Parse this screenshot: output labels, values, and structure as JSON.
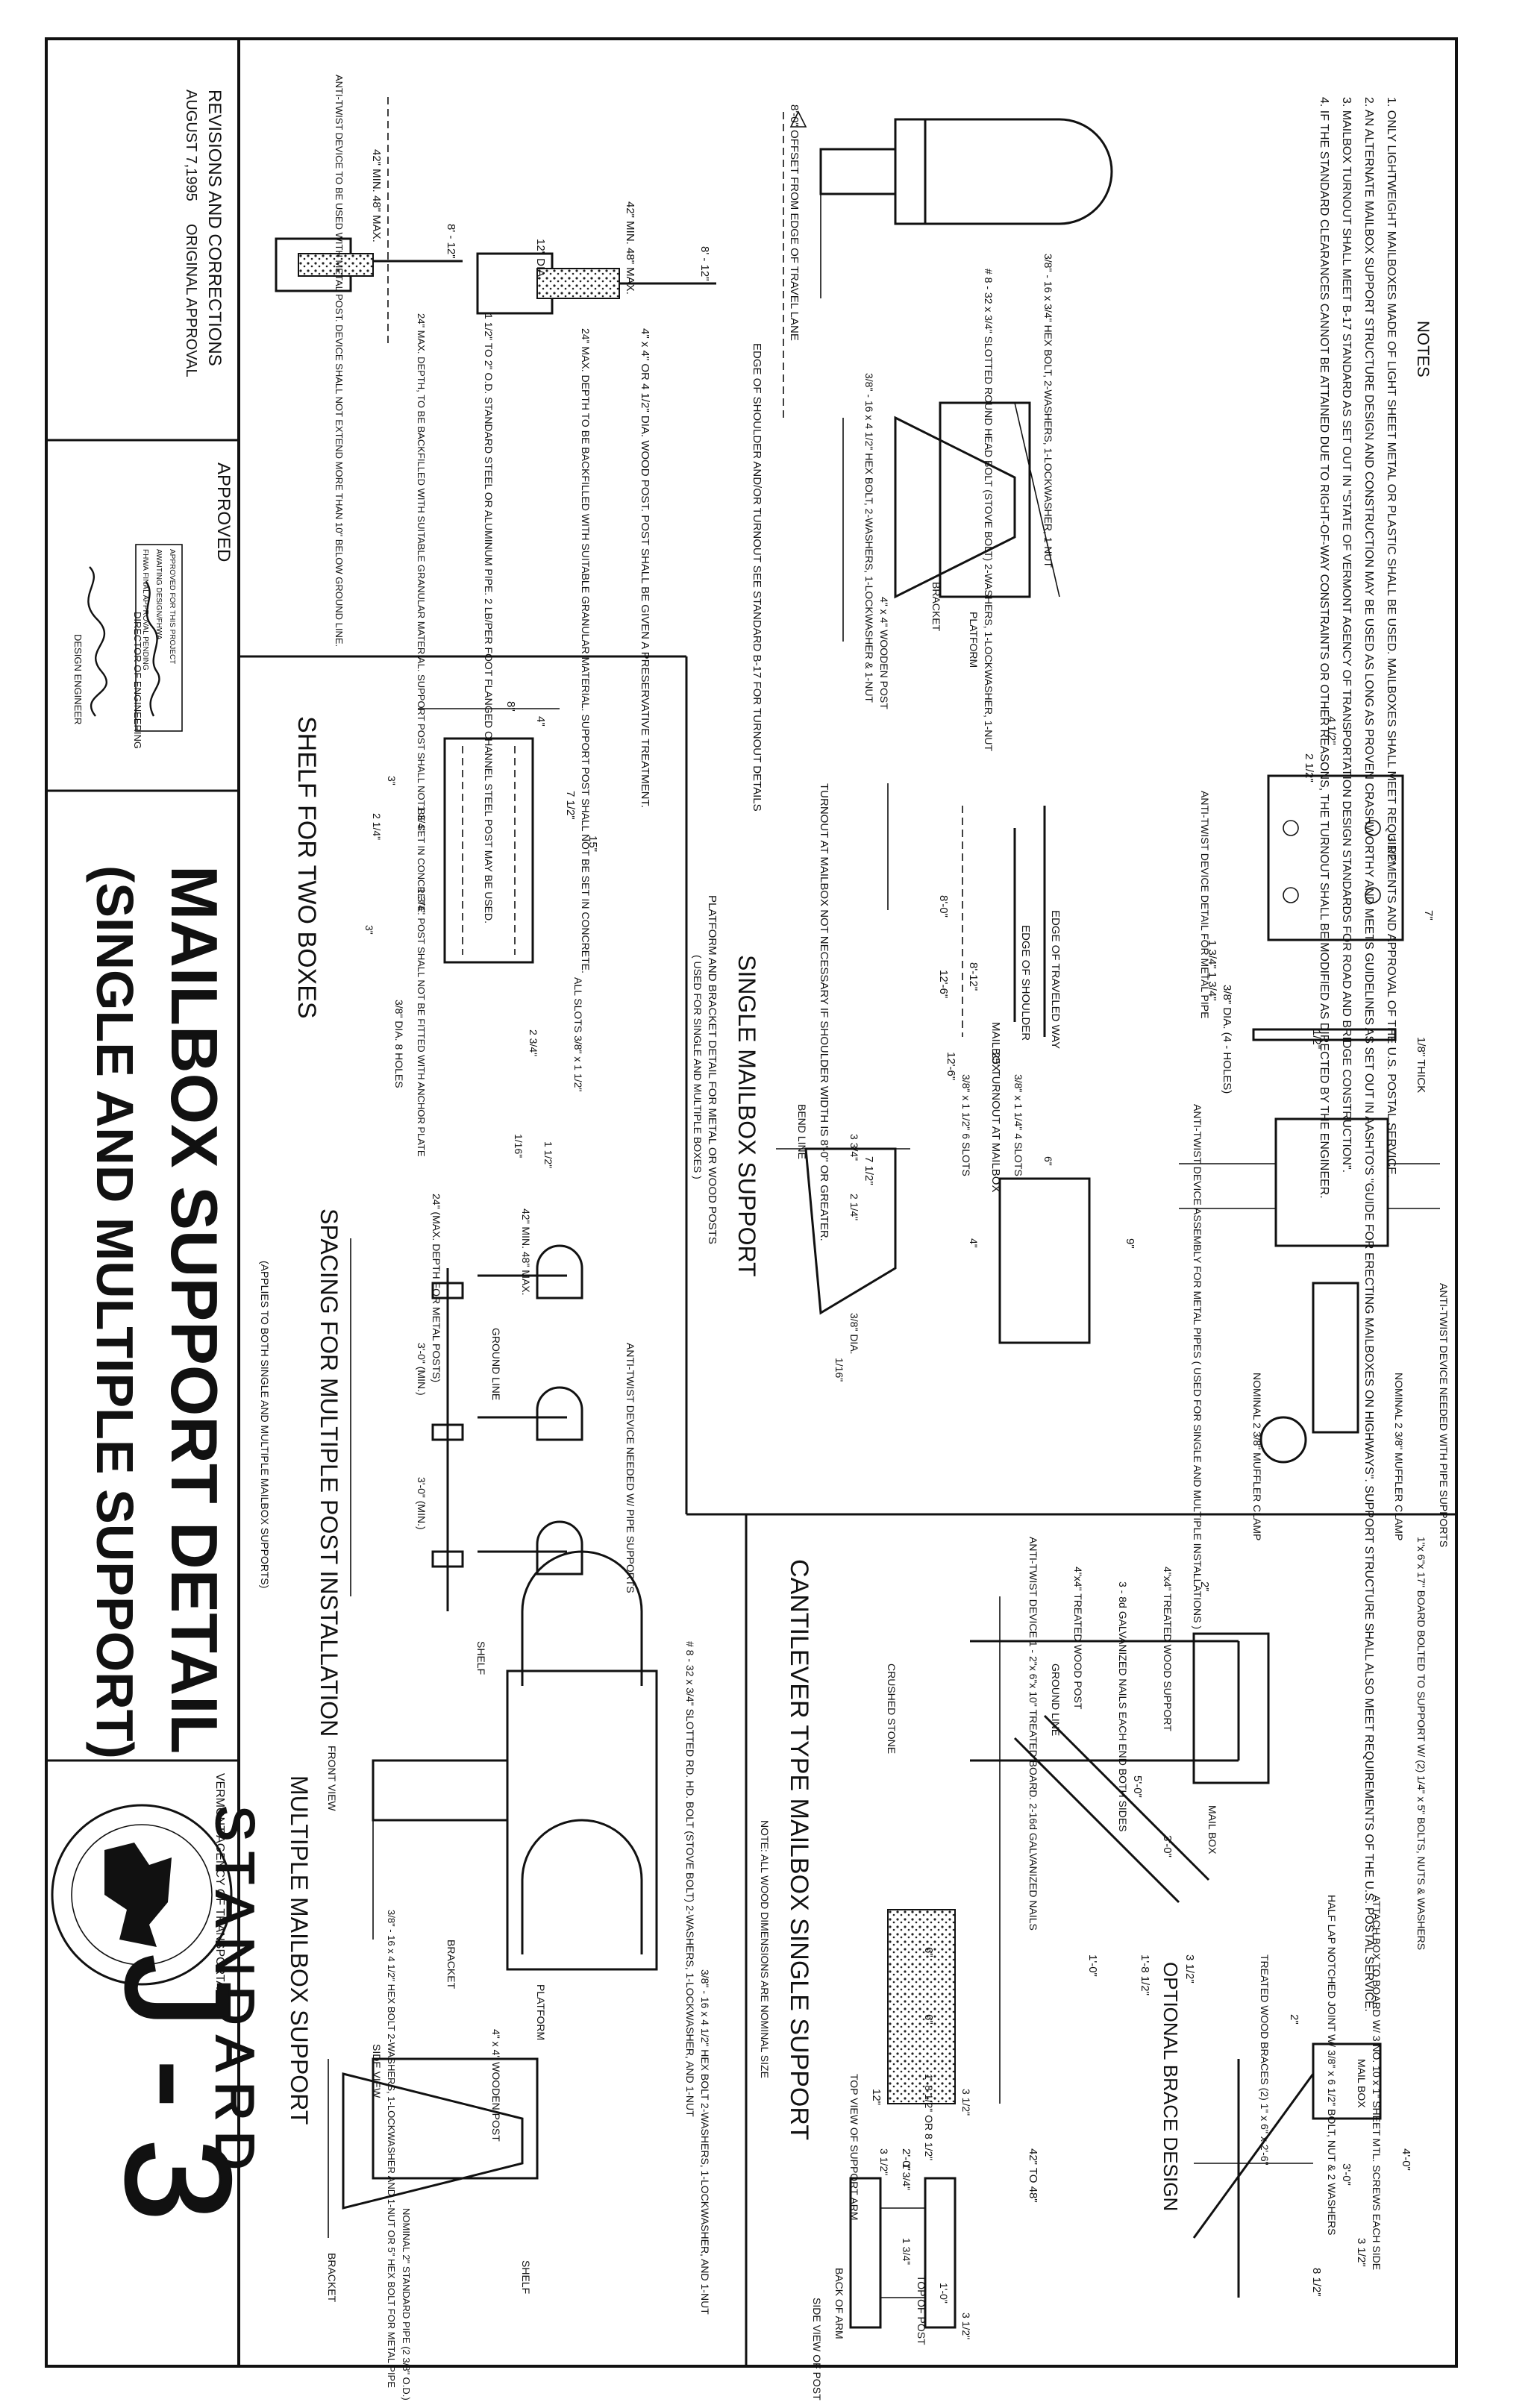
{
  "title": {
    "main": "MAILBOX SUPPORT DETAIL",
    "sub": "(SINGLE AND MULTIPLE SUPPORT)",
    "standard_label": "STANDARD",
    "standard_number": "J-3"
  },
  "agency_seal": {
    "text": "VERMONT AGENCY OF TRANSPORTATION"
  },
  "revisions": {
    "heading": "REVISIONS AND CORRECTIONS",
    "entry_date": "AUGUST 7,1995",
    "entry_text": "ORIGINAL APPROVAL"
  },
  "approved": {
    "label": "APPROVED",
    "stamp_lines": [
      "APPROVED FOR THIS PROJECT",
      "AWAITING DESIGN/FHWA",
      "FHWA FINAL APPROVAL PENDING"
    ],
    "signer1_title": "DIRECTOR OF ENGINEERING",
    "signer2_title": "DESIGN ENGINEER"
  },
  "notes": {
    "heading": "NOTES",
    "items": [
      "1. ONLY LIGHTWEIGHT MAILBOXES MADE OF LIGHT SHEET METAL OR PLASTIC SHALL BE USED. MAILBOXES SHALL MEET REQUIREMENTS AND APPROVAL OF THE U.S. POSTAL SERVICE.",
      "2. AN ALTERNATE MAILBOX SUPPORT STRUCTURE DESIGN AND CONSTRUCTION MAY BE USED AS LONG AS PROVEN CRASHWORTHY AND MEETS GUIDELINES AS SET OUT IN AASHTO'S \"GUIDE FOR ERECTING MAILBOXES ON HIGHWAYS\". SUPPORT STRUCTURE SHALL ALSO MEET REQUIREMENTS OF THE U.S. POSTAL SERVICE.",
      "3. MAILBOX TURNOUT SHALL MEET B-17 STANDARD AS SET OUT IN \"STATE OF VERMONT AGENCY OF TRANSPORTATION DESIGN STANDARDS FOR ROAD AND BRIDGE CONSTRUCTION\".",
      "4. IF THE STANDARD CLEARANCES CANNOT BE ATTAINED DUE TO RIGHT-OF-WAY CONSTRAINTS OR OTHER REASONS, THE TURNOUT SHALL BE MODIFIED AS DIRECTED BY THE ENGINEER."
    ]
  },
  "post_install": {
    "offset": "8'-0\" OFFSET FROM EDGE OF TRAVEL LANE",
    "clear1": "42\" MIN. 48\" MAX.",
    "clear2": "42\" MIN. 48\" MAX.",
    "height1": "8' - 12\"",
    "height2": "8' - 12\"",
    "dia": "12\" DIA.",
    "edge_note": "EDGE OF SHOULDER AND/OR TURNOUT SEE STANDARD B-17 FOR TURNOUT DETAILS",
    "wood_post": "4\" x 4\" OR 4 1/2\" DIA. WOOD POST. POST SHALL BE GIVEN A PRESERVATIVE TREATMENT.",
    "wood_depth": "24\" MAX. DEPTH TO BE BACKFILLED WITH SUITABLE GRANULAR MATERIAL. SUPPORT POST SHALL NOT BE SET IN CONCRETE.",
    "pipe_post": "1 1/2\" TO 2\" O.D. STANDARD STEEL OR ALUMINUM PIPE. 2 LB/PER FOOT FLANGED CHANNEL STEEL POST MAY BE USED.",
    "pipe_depth": "24\" MAX. DEPTH, TO BE BACKFILLED WITH SUITABLE GRANULAR MATERIAL. SUPPORT POST SHALL NOT BE SET IN CONCRETE. POST SHALL NOT BE FITTED WITH ANCHOR PLATE",
    "anti_twist": "ANTI-TWIST DEVICE TO BE USED WITH METAL POST. DEVICE SHALL NOT EXTEND MORE THAN 10\" BELOW GROUND LINE."
  },
  "single_front": {
    "bolt1": "3/8\" - 16 x 3/4\" HEX BOLT, 2-WASHERS, 1-LOCKWASHER, 1-NUT",
    "bolt2": "# 8 - 32 x 3/4\" SLOTTED ROUND HEAD BOLT (STOVE BOLT) 2-WASHERS, 1-LOCKWASHER, 1-NUT",
    "bolt3": "3/8\" - 16 x 4 1/2\" HEX BOLT, 2-WASHERS, 1-LOCKWASHER & 1-NUT",
    "platform": "PLATFORM",
    "bracket": "BRACKET",
    "wooden_post": "4\" x 4\" WOODEN POST"
  },
  "anti_twist_detail": {
    "title": "ANTI-TWIST DEVICE DETAIL FOR METAL PIPE",
    "d_4_5": "4 1/2\"",
    "d_2_5": "2 1/2\"",
    "d_3_5": "3 1/2\"",
    "d_7": "7\"",
    "d_1_5": "1 3/4\" 1 3/4\"",
    "holes": "3/8\" DIA. (4 - HOLES)",
    "d_1_2": "1/2\"",
    "thick": "1/8\" THICK"
  },
  "anti_twist_assembly": {
    "title": "ANTI-TWIST DEVICE ASSEMBLY FOR METAL PIPES ( USED FOR SINGLE AND MULTIPLE INSTALLATIONS )",
    "needed": "ANTI-TWIST DEVICE NEEDED WITH PIPE SUPPORTS",
    "clamp1": "NOMINAL 2 3/8\" MUFFLER CLAMP",
    "clamp2": "NOMINAL 2 3/8\" MUFFLER CLAMP"
  },
  "turnout": {
    "edge_traveled": "EDGE OF TRAVELED WAY",
    "edge_shoulder": "EDGE OF SHOULDER",
    "dim1": "8'-0\"",
    "dim2": "8'-12\"",
    "dim3": "12'-6\"",
    "dim4": "12'-6\"",
    "turnout_label": "25' TURNOUT AT MAILBOX",
    "mailbox": "MAILBOX",
    "note": "TURNOUT AT MAILBOX NOT NECESSARY IF SHOULDER WIDTH IS 8'-0\" OR GREATER."
  },
  "shelf": {
    "title": "SHELF FOR TWO BOXES",
    "d_8": "8\"",
    "d_4": "4\"",
    "d_15": "15\"",
    "d_7_5": "7 1/2\"",
    "d_3a": "3\"",
    "d_3b": "3\"",
    "d_2_25": "2 1/4\"",
    "d_1_75a": "1 3/4\"",
    "d_1_75b": "1 3/4\"",
    "slots": "ALL SLOTS 3/8\" x 1 1/2\"",
    "holes": "3/8\" DIA. 8 HOLES",
    "d_2_75": "2 3/4\"",
    "d_1_5": "1 1/2\"",
    "d_1_16": "1/16\""
  },
  "platform_detail": {
    "title": "SINGLE MAILBOX SUPPORT",
    "subtitle": "PLATFORM AND BRACKET DETAIL FOR METAL OR WOOD POSTS",
    "subtitle2": "( USED FOR SINGLE AND MULTIPLE BOXES )",
    "bend": "BEND LINE",
    "d_7_5": "7 1/2\"",
    "d_3_75": "3 3/4\"",
    "d_2_25": "2 1/4\"",
    "slots4": "3/8\" x 1 1/4\" 4 SLOTS",
    "slots6": "3/8\" x 1 1/2\" 6 SLOTS",
    "d_6": "6\"",
    "d_9": "9\"",
    "d_4": "4\"",
    "holes": "3/8\" DIA.",
    "d_1_16": "1/16\""
  },
  "spacing": {
    "title": "SPACING FOR MULTIPLE POST INSTALLATION",
    "note": "(APPLIES TO BOTH SINGLE AND MULTIPLE MAILBOX SUPPORTS)",
    "depth": "24\" (MAX. DEPTH FOR METAL POSTS)",
    "clear": "42\" MIN. 48\" MAX.",
    "ground": "GROUND LINE",
    "sp1": "3'-0\" (MIN.)",
    "sp2": "3'-0\" (MIN.)",
    "anti": "ANTI-TWIST DEVICE NEEDED W/ PIPE SUPPORTS"
  },
  "multiple": {
    "title": "MULTIPLE MAILBOX SUPPORT",
    "front_view": "FRONT VIEW",
    "side_view": "SIDE VIEW",
    "bolt1": "# 8 - 32 x 3/4\" SLOTTED RD. HD. BOLT (STOVE BOLT) 2-WASHERS, 1-LOCKWASHER, AND 1-NUT",
    "bolt2": "3/8\" - 16 x 4 1/2\" HEX BOLT 2-WASHERS, 1-LOCKWASHER, AND 1-NUT",
    "bolt3": "3/8\" - 16 x 4 1/2\" HEX BOLT 2-WASHERS, 1-LOCKWASHER AND 1-NUT OR 5\" HEX BOLT FOR METAL PIPE",
    "shelf": "SHELF",
    "bracket": "BRACKET",
    "platform": "PLATFORM",
    "wooden_post": "4\" x 4\" WOODEN POST",
    "std_pipe": "NOMINAL 2\" STANDARD PIPE (2 3/8\" O.D.)",
    "bracket2": "BRACKET",
    "shelf2": "SHELF"
  },
  "cantilever": {
    "title": "CANTILEVER TYPE MAILBOX SINGLE SUPPORT",
    "note": "NOTE: ALL WOOD DIMENSIONS ARE NOMINAL SIZE",
    "board": "1\"x 6\"x 17\" BOARD BOLTED TO SUPPORT W/ (2) 1/4\" x 5\" BOLTS, NUTS & WASHERS",
    "attach": "ATTACH BOX TO BOARD W/ 3 NO. 10 x 1\" SHEET MTL. SCREWS EACH SIDE",
    "mailbox": "MAIL BOX",
    "support": "4\"x4\" TREATED WOOD SUPPORT",
    "nails": "3 - 8d GALVANIZED NAILS EACH END BOTH SIDES",
    "post": "4\"x4\" TREATED WOOD POST",
    "device": "ANTI-TWIST DEVICE 1 - 2\"x 6\"x 10\" TREATED BOARD. 2-16d GALVANIZED NAILS",
    "ground": "GROUND LINE",
    "stone": "CRUSHED STONE",
    "d_42_48": "42\" TO 48\"",
    "d_5_0": "5'-0\"",
    "d_3_0": "3'-0\"",
    "d_1_0": "1'-0\"",
    "d_1_8": "1'-8 1/2\"",
    "d_3_5": "3 1/2\"",
    "d_12": "12\"",
    "d_6a": "6\"",
    "d_6b": "6\"",
    "d_2_0": "2'-0\"",
    "d_2": "2\"",
    "lap": "HALF LAP NOTCHED JOINT W/ 3/8\" x 6 1/2\" BOLT, NUT & 2 WASHERS",
    "braces": "TREATED WOOD BRACES (2) 1\" x 6\" x 2'-6\"",
    "top_arm": "TOP VIEW OF SUPPORT ARM",
    "back_arm": "BACK OF ARM",
    "side_post": "SIDE VIEW OF POST",
    "top_post": "TOP OF POST",
    "t_1_8": "1'-8 1/2\" OR 8 1/2\"",
    "t_3_5a": "3 1/2\"",
    "t_3_5b": "3 1/2\"",
    "t_1_75a": "1 3/4\"",
    "t_1_75b": "1 3/4\"",
    "t_1_0": "1'-0\"",
    "t_3_5c": "3 1/2\""
  },
  "optional": {
    "title": "OPTIONAL BRACE DESIGN",
    "mailbox": "MAIL BOX",
    "d_4_0": "4'-0\"",
    "d_3_0": "3'-0\"",
    "d_2": "2\"",
    "d_3_5": "3 1/2\"",
    "d_8_5": "8 1/2\""
  }
}
